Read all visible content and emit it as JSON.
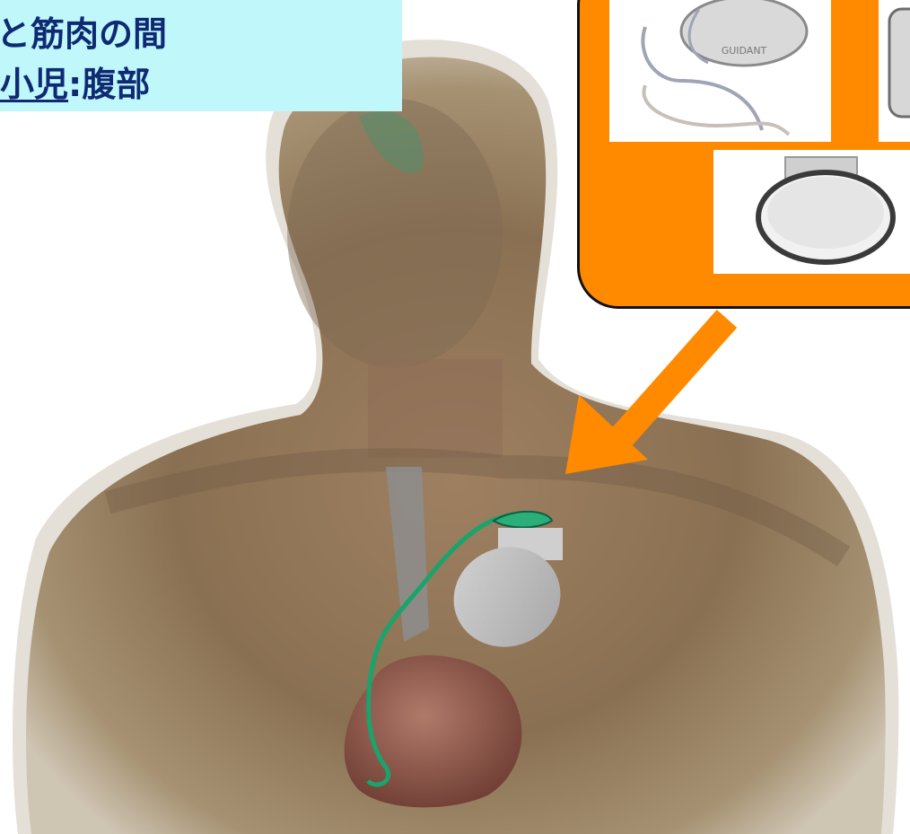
{
  "caption": {
    "line1": "と筋肉の間",
    "line2_prefix": "",
    "line2_underlined": "小児",
    "line2_suffix": ":腹部"
  },
  "colors": {
    "caption_bg": "#bff7fb",
    "caption_text": "#0f2a73",
    "panel_orange": "#ff8a00",
    "arrow_orange": "#ff8a00",
    "device_gray": "#b9b9b9",
    "lead_green": "#1aa36b"
  },
  "device_photos": {
    "device1_label": "GUIDANT"
  },
  "scene": {
    "subject": "translucent human torso with implanted pacemaker",
    "pointer": "arrow-down-left"
  }
}
